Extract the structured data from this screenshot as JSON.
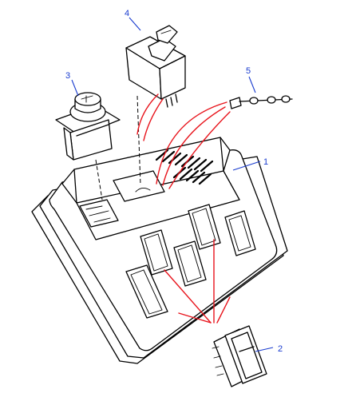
{
  "callouts": [
    {
      "id": "1",
      "text": "1"
    },
    {
      "id": "2",
      "text": "2"
    },
    {
      "id": "3",
      "text": "3"
    },
    {
      "id": "4",
      "text": "4"
    },
    {
      "id": "5",
      "text": "5"
    }
  ],
  "colors": {
    "linework": "#000000",
    "callout": "#1a3ccf",
    "wiring_highlight": "#e8141c"
  }
}
